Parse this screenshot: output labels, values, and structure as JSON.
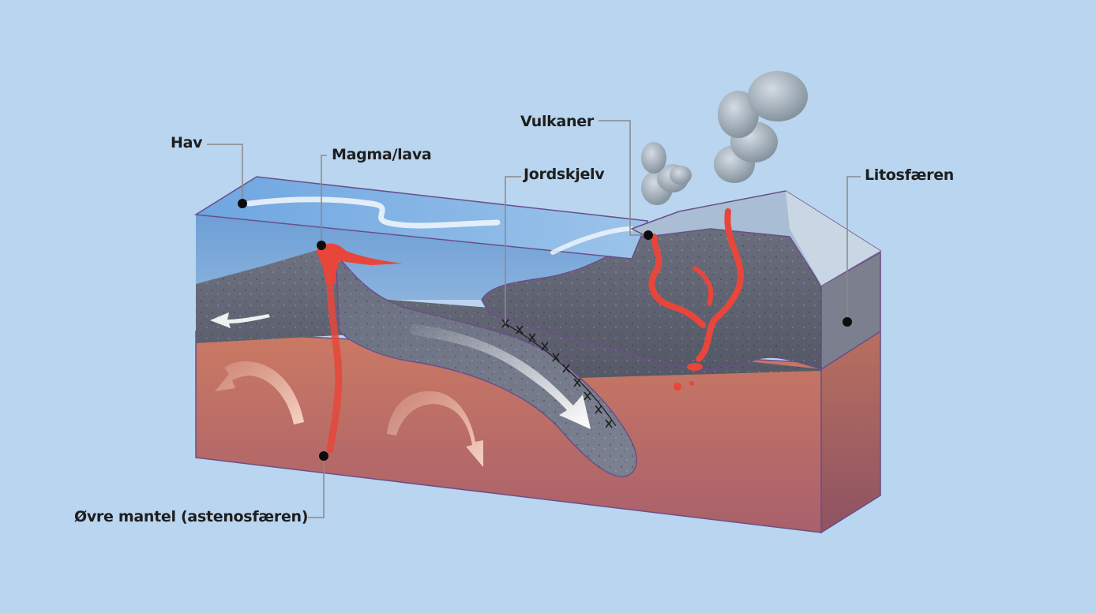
{
  "labels": {
    "ocean": "Hav",
    "magma": "Magma/lava",
    "earthquake": "Jordskjelv",
    "volcanoes": "Vulkaner",
    "lithosphere": "Litosfæren",
    "upper_mantle": "Øvre mantel (astenosfæren)"
  },
  "colors": {
    "background": "#b9d5ef",
    "mantle": "#c0715c",
    "crust": "#5f6370",
    "ocean": "#79aadf",
    "lava": "#e8463b"
  }
}
